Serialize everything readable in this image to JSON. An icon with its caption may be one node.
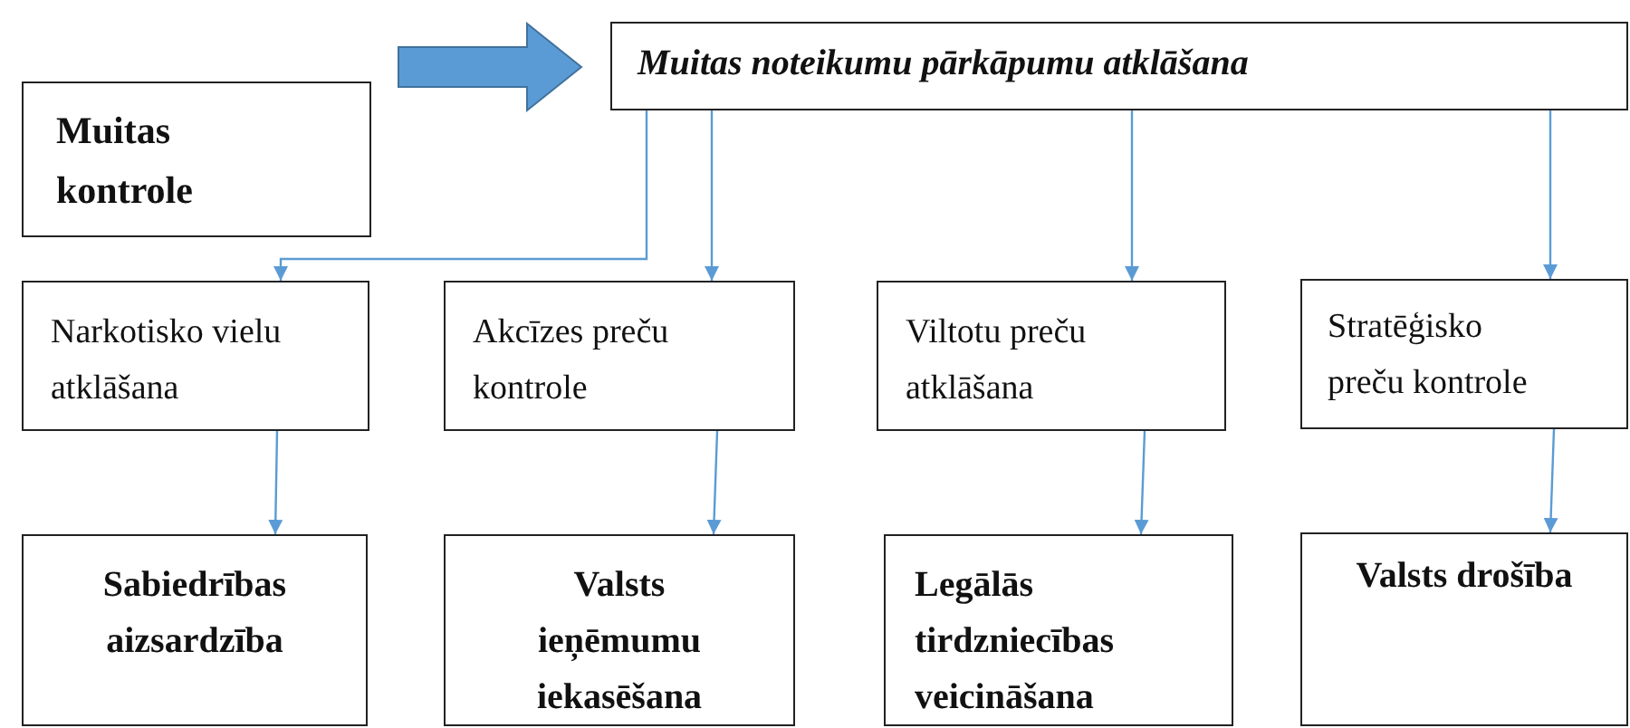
{
  "diagram": {
    "nodes": [
      {
        "text": [
          "Muitas kontrole"
        ]
      },
      {
        "text": [
          "Muitas noteikumu pārkāpumu atklāšana"
        ]
      },
      {
        "text": [
          "Narkotisko vielu atklāšana"
        ]
      },
      {
        "text": [
          "Akcīzes preču kontrole"
        ]
      },
      {
        "text": [
          "Viltotu preču atklāšana"
        ]
      },
      {
        "text": [
          "Stratēģisko preču kontrole"
        ]
      },
      {
        "text": [
          "Sabiedrības aizsardzība"
        ]
      },
      {
        "text": [
          "Valsts ieņēmumu iekasēšana"
        ]
      },
      {
        "text": [
          "Legālās tirdzniecības veicināšana"
        ]
      },
      {
        "text": [
          "Valsts drošība"
        ]
      }
    ],
    "edges": [
      {
        "from": null,
        "to": 1,
        "arrow": "to",
        "style": "thick"
      },
      {
        "from": 1,
        "to": 2,
        "arrow": "to"
      },
      {
        "from": 1,
        "to": 3,
        "arrow": "to"
      },
      {
        "from": 1,
        "to": 4,
        "arrow": "to"
      },
      {
        "from": 1,
        "to": 5,
        "arrow": "to"
      },
      {
        "from": 2,
        "to": 6,
        "arrow": "to"
      },
      {
        "from": 3,
        "to": 7,
        "arrow": "to"
      },
      {
        "from": 4,
        "to": 8,
        "arrow": "to"
      },
      {
        "from": 5,
        "to": 9,
        "arrow": "to"
      }
    ]
  }
}
